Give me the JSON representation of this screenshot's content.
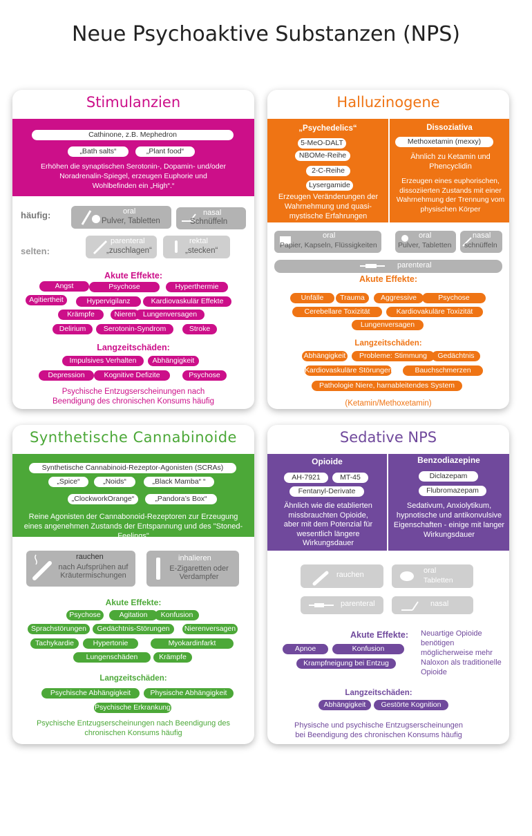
{
  "title": "Neue Psychoaktive Substanzen (NPS)",
  "colors": {
    "stimulanzien": "#cc0f89",
    "halluzinogene": "#ef7414",
    "cannabinoide": "#4ca838",
    "sedative": "#70499c"
  },
  "stimulanzien": {
    "title": "Stimulanzien",
    "substance": "Cathinone, z.B. Mephedron",
    "tags": [
      "„Bath salts“",
      "„Plant food“"
    ],
    "description": "Erhöhen die synaptischen Serotonin-, Dopamin- und/oder Noradrenalin-Spiegel, erzeugen Euphorie und Wohlbefinden ein „High“.“",
    "haeufig_label": "häufig:",
    "selten_label": "selten:",
    "routes": {
      "oral_title": "oral",
      "oral_sub": "Pulver, Tabletten",
      "nasal_title": "nasal",
      "nasal_sub": "Schnüffeln",
      "parenteral_title": "parenteral",
      "parenteral_sub": "„zuschlagen“",
      "rektal_title": "rektal",
      "rektal_sub": "„stecken“"
    },
    "acute_title": "Akute Effekte:",
    "acute": [
      "Angst",
      "Psychose",
      "Hyperthermie",
      "Agitiertheit",
      "Hypervigilanz",
      "Kardiovaskulär Effekte",
      "Krämpfe",
      "Nieren",
      "Lungenversagen",
      "Delirium",
      "Serotonin-Syndrom",
      "Stroke"
    ],
    "longterm_title": "Langzeitschäden:",
    "longterm": [
      "Impulsives Verhalten",
      "Abhängigkeit",
      "Depression",
      "Kognitive Defizite",
      "Psychose"
    ],
    "note": "Psychische Entzugserscheinungen nach Beendigung des chronischen Konsums häufig"
  },
  "halluzinogene": {
    "title": "Halluzinogene",
    "left_title": "„Psychedelics“",
    "left_items": [
      "5-MeO-DALT",
      "NBOMe-Reihe",
      "2-C-Reihe",
      "Lysergamide"
    ],
    "left_desc": "Erzeugen Veränderungen der Wahrnehmung und quasi-mystische Erfahrungen",
    "right_title": "Dissoziativa",
    "right_item": "Methoxetamin (mexxy)",
    "right_desc1": "Ähnlich zu Ketamin und Phencyclidin",
    "right_desc2": "Erzeugen eines euphorischen, dissoziierten Zustands mit einer Wahrnehmung der Trennung vom physischen Körper",
    "routes": {
      "oral_left_title": "oral",
      "oral_left_sub": "Papier, Kapseln, Flüssigkeiten",
      "oral_right_title": "oral",
      "oral_right_sub": "Pulver, Tabletten",
      "nasal_title": "nasal",
      "nasal_sub": "schnüffeln",
      "parenteral_title": "parenteral"
    },
    "acute_title": "Akute Effekte:",
    "acute": [
      "Unfälle",
      "Trauma",
      "Aggressive",
      "Psychose",
      "Cerebellare Toxizität",
      "Kardiovakuläre Toxizität",
      "Lungenversagen"
    ],
    "longterm_title": "Langzeitschäden:",
    "longterm": [
      "Abhängigkeit",
      "Probleme:  Stimmung",
      "Gedächtnis",
      "Kardiovaskuläre Störungen",
      "Bauchschmerzen",
      "Pathologie Niere, harnableitendes System"
    ],
    "note": "(Ketamin/Methoxetamin)"
  },
  "cannabinoide": {
    "title": "Synthetische Cannabinoide",
    "substance": "Synthetische Cannabinoid-Rezeptor-Agonisten (SCRAs)",
    "tags": [
      "„Spice“",
      "„Noids“",
      "„Black Mamba“  “",
      "„ClockworkOrange“",
      "„Pandora’s Box“"
    ],
    "description": "Reine Agonisten der Cannabonoid-Rezeptoren zur Erzeugung eines angenehmen Zustands der Entspannung und des \"Stoned-Feelings\"",
    "routes": {
      "rauchen_title": "rauchen",
      "rauchen_sub": "nach Aufsprühen auf Kräutermischungen",
      "inhalieren_title": "inhalieren",
      "inhalieren_sub": "E-Zigaretten oder Verdampfer"
    },
    "acute_title": "Akute Effekte:",
    "acute": [
      "Psychose",
      "Agitation",
      "Konfusion",
      "Sprachstörungen",
      "Gedächtnis-Störungen",
      "Nierenversagen",
      "Tachykardie",
      "Hypertonie",
      "Myokardinfarkt",
      "Lungenschäden",
      "Krämpfe"
    ],
    "longterm_title": "Langzeitschäden:",
    "longterm": [
      "Psychische Abhängigkeit",
      "Physische Abhängigkeit",
      "Psychische Erkrankung"
    ],
    "note": "Psychische Entzugserscheinungen nach Beendigung des chronischen Konsums häufig"
  },
  "sedative": {
    "title": "Sedative NPS",
    "left_title": "Opioide",
    "left_items": [
      "AH-7921",
      "MT-45",
      "Fentanyl-Derivate"
    ],
    "left_desc": "Ähnlich wie die etablierten missbrauchten Opioide, aber mit dem Potenzial für wesentlich längere Wirkungsdauer",
    "right_title": "Benzodiazepine",
    "right_items": [
      "Diclazepam",
      "Flubromazepam"
    ],
    "right_desc": "Sedativum, Anxiolytikum, hypnotische und antikonvulsive Eigenschaften - einige mit langer Wirkungsdauer",
    "routes": {
      "rauchen_title": "rauchen",
      "oral_title": "oral",
      "oral_sub": "Tabletten",
      "parenteral_title": "parenteral",
      "nasal_title": "nasal"
    },
    "acute_title": "Akute Effekte:",
    "acute": [
      "Apnoe",
      "Konfusion",
      "Krampfneigung bei Entzug"
    ],
    "side_note": "Neuartige Opioide benötigen möglicherweise mehr Naloxon als traditionelle Opioide",
    "longterm_title": "Langzeitschäden:",
    "longterm": [
      "Abhängigkeit",
      "Gestörte Kognition"
    ],
    "note": "Physische und psychische Entzugserscheinungen bei Beendigung des chronischen Konsums häufig"
  }
}
